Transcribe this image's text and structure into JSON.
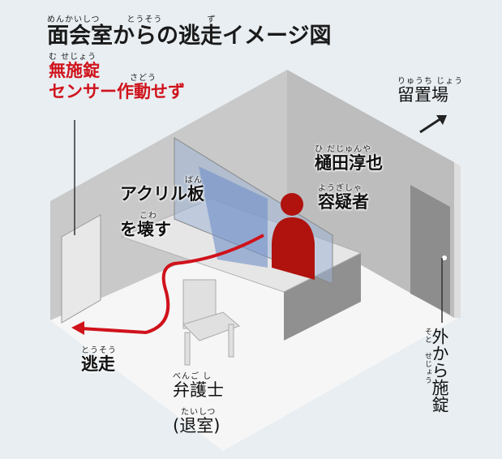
{
  "title": {
    "ruby": "めんかいしつ　　　とうそう　　　　　ず",
    "text": "面会室からの逃走イメージ図"
  },
  "no_lock": {
    "ruby": "む せじょう",
    "text": "無施錠"
  },
  "sensor": {
    "ruby": "さどう",
    "text": "センサー作動せず"
  },
  "holding": {
    "ruby": "りゅうち じょう",
    "text": "留置場"
  },
  "suspect_name": {
    "ruby": "ひ だじゅんや",
    "text": "樋田淳也"
  },
  "suspect_role": {
    "ruby": "ようぎしゃ",
    "text": "容疑者"
  },
  "acrylic": {
    "ruby": "ばん",
    "text": "アクリル板"
  },
  "break": {
    "ruby": "こわ",
    "text": "を壊す"
  },
  "escape": {
    "ruby": "とうそう",
    "text": "逃走"
  },
  "lawyer": {
    "ruby": "べんご し",
    "text": "弁護士"
  },
  "left_room": {
    "ruby": "たいしつ",
    "text": "(退室)"
  },
  "outside_lock": {
    "text": "外から施錠",
    "ruby": "そと　せじょう"
  },
  "colors": {
    "accent": "#d0121b",
    "wall": "#c8c8c8",
    "floor": "#f4f4f4"
  }
}
